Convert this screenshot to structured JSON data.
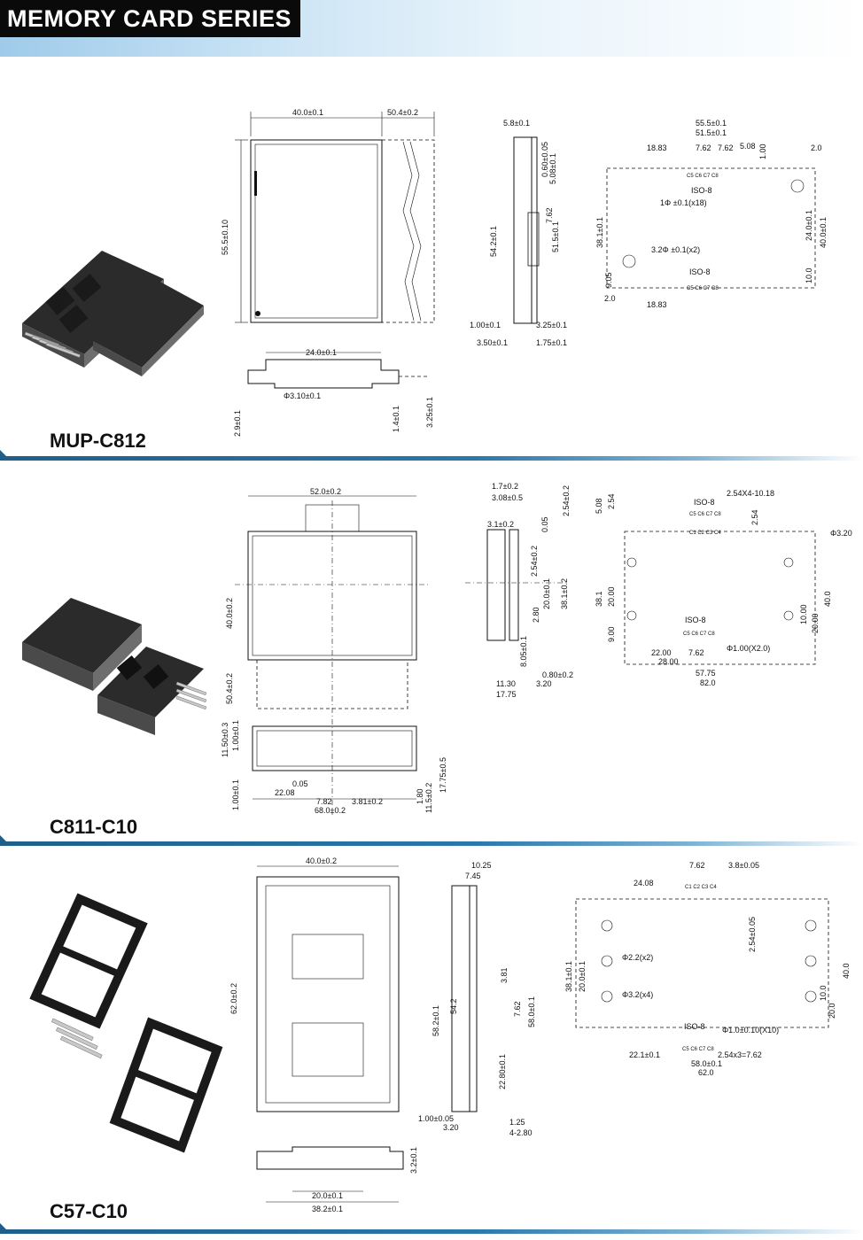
{
  "header": {
    "title": "MEMORY CARD SERIES"
  },
  "sections": [
    {
      "model": "MUP-C812",
      "top_view": {
        "width": "40.0±0.1",
        "ext": "50.4±0.2",
        "height": "55.5±0.10"
      },
      "front_view": {
        "width": "24.0±0.1",
        "hole": "Φ3.10±0.1",
        "h1": "2.9±0.1",
        "h2": "1.4±0.1",
        "h3": "3.25±0.1"
      },
      "side_view": {
        "top": "5.8±0.1",
        "d1": "0.60±0.05",
        "d2": "5.08±0.1",
        "d3": "7.62",
        "len": "54.2±0.1",
        "len2": "51.5±0.1",
        "b1": "1.00±0.1",
        "b2": "3.25±0.1",
        "b3": "3.50±0.1",
        "b4": "1.75±0.1"
      },
      "pcb_view": {
        "w1": "55.5±0.1",
        "w2": "51.5±0.1",
        "a": "18.83",
        "p1": "7.62",
        "p2": "7.62",
        "p3": "5.08",
        "v": "1.00",
        "e": "2.0",
        "iso_top": "ISO-8",
        "iso_bottom": "ISO-8",
        "contacts_top": "C5 C6 C7 C8",
        "contacts_bottom": "C5 C6 C7 C8",
        "hole_small": "1Φ ±0.1(x18)",
        "hole_big": "3.2Φ ±0.1(x2)",
        "h1": "38.1±0.1",
        "h2": "24.0±0.1",
        "h3": "40.0±0.1",
        "h4": "9.05",
        "h5": "10.0",
        "b1": "2.0",
        "b2": "18.83"
      }
    },
    {
      "model": "C811-C10",
      "top_view": {
        "width": "52.0±0.2",
        "height": "40.0±0.2",
        "ext": "50.4±0.2"
      },
      "front_view": {
        "h1": "11.50±0.3",
        "h2": "1.00±0.1",
        "h3": "1.00±0.1",
        "a": "0.05",
        "b": "22.08",
        "c": "7.82",
        "d": "3.81±0.2",
        "w": "68.0±0.2",
        "e": "1.80",
        "f": "11.5±0.2",
        "g": "17.75±0.5"
      },
      "side_view": {
        "t1": "1.7±0.2",
        "t2": "3.08±0.5",
        "t3": "3.1±0.2",
        "t4": "2.54±0.2",
        "t5": "0.05",
        "v1": "2.54±0.2",
        "v2": "20.0±0.1",
        "v3": "38.1±0.2",
        "v4": "2.80",
        "v5": "8.05±0.1",
        "b1": "11.30",
        "b2": "3.20",
        "b3": "17.75",
        "b4": "0.80±0.2"
      },
      "pcb_view": {
        "iso_top": "ISO-8",
        "iso_bottom": "ISO-8",
        "pitch": "2.54X4-10.18",
        "contacts_a": "C5 C6 C7 C8",
        "contacts_b": "C1 C2 C3 C4",
        "contacts_c": "C5 C6 C7 C8",
        "h_big": "Φ3.20",
        "h_small": "Φ1.00(X2.0)",
        "a": "5.08",
        "b": "2.54",
        "c": "2.54",
        "v1": "38.1",
        "v2": "20.00",
        "v3": "9.00",
        "v4": "10.00",
        "v5": "20.00",
        "v6": "40.0",
        "w1": "22.00",
        "w2": "7.62",
        "w3": "28.00",
        "w4": "57.75",
        "w5": "82.0"
      }
    },
    {
      "model": "C57-C10",
      "top_view": {
        "width": "40.0±0.2",
        "height": "62.0±0.2"
      },
      "front_view": {
        "w1": "20.0±0.1",
        "w2": "38.2±0.1",
        "h": "3.2±0.1"
      },
      "side_view": {
        "t1": "10.25",
        "t2": "7.45",
        "v1": "58.2±0.1",
        "v2": "54.2",
        "v3": "3.81",
        "v4": "7.62",
        "v5": "58.0±0.1",
        "v6": "22.80±0.1",
        "b1": "1.00±0.05",
        "b2": "3.20",
        "b3": "1.25",
        "b4": "4-2.80"
      },
      "pcb_view": {
        "a": "7.62",
        "b": "3.8±0.05",
        "c": "24.08",
        "contacts_top": "C1 C2 C3 C4",
        "v1": "2.54±0.05",
        "v2": "38.1±0.1",
        "v3": "20.0±0.1",
        "h1": "Φ2.2(x2)",
        "h2": "Φ3.2(x4)",
        "v4": "10.0",
        "v5": "20.0",
        "v6": "40.0",
        "iso": "ISO-8",
        "contacts_bottom": "C5 C6 C7 C8",
        "h3": "Φ1.0±0.10(X10)",
        "w1": "22.1±0.1",
        "w2": "2.54x3=7.62",
        "w3": "58.0±0.1",
        "w4": "62.0"
      }
    }
  ]
}
